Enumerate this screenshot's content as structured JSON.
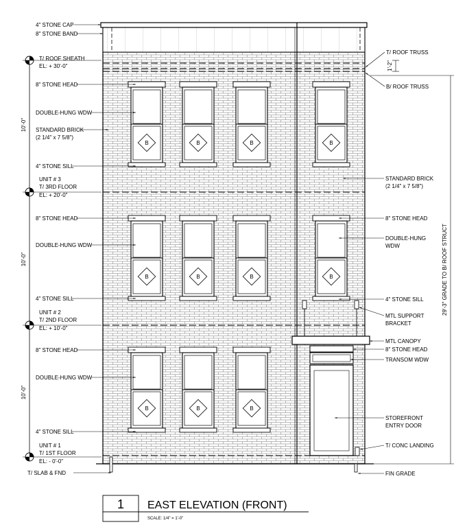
{
  "title": {
    "number": "1",
    "name": "EAST ELEVATION (FRONT)",
    "scale": "SCALE:  1/4\" = 1'-0\""
  },
  "levels": [
    {
      "unit": "",
      "name": "T/ ROOF SHEATH",
      "el": "EL: + 30'-0\""
    },
    {
      "unit": "UNIT # 3",
      "name": "T/ 3RD FLOOR",
      "el": "EL: + 20'-0\""
    },
    {
      "unit": "UNIT # 2",
      "name": "T/ 2ND FLOOR",
      "el": "EL: + 10'-0\""
    },
    {
      "unit": "UNIT # 1",
      "name": "T/ 1ST FLOOR",
      "el": "EL: - 0'-0\""
    }
  ],
  "left_dims": [
    "10'-0\"",
    "10'-0\"",
    "10'-0\""
  ],
  "left_labels": [
    "4\" STONE CAP",
    "8\" STONE BAND",
    "8\" STONE HEAD",
    "DOUBLE-HUNG WDW",
    "STANDARD BRICK",
    "(2 1/4\" x 7 5/8\")",
    "4\" STONE SILL",
    "8\" STONE HEAD",
    "DOUBLE-HUNG WDW",
    "4\" STONE SILL",
    "8\" STONE HEAD",
    "DOUBLE-HUNG WDW",
    "4\" STONE SILL",
    "T/ SLAB & FND"
  ],
  "right_labels": [
    "T/ ROOF TRUSS",
    "B/ ROOF TRUSS",
    "STANDARD BRICK",
    "(2 1/4\" x 7 5/8\")",
    "8\" STONE HEAD",
    "DOUBLE-HUNG",
    "WDW",
    "4\" STONE SILL",
    "MTL SUPPORT",
    "BRACKET",
    "MTL CANOPY",
    "8\" STONE HEAD",
    "TRANSOM WDW",
    "STOREFRONT",
    "ENTRY DOOR",
    "T/ CONC LANDING",
    "FIN GRADE"
  ],
  "dims": {
    "truss": "1'-2\"",
    "overall": "29'-3\" GRADE TO B/ ROOF STRUCT"
  },
  "window_tag": "B"
}
